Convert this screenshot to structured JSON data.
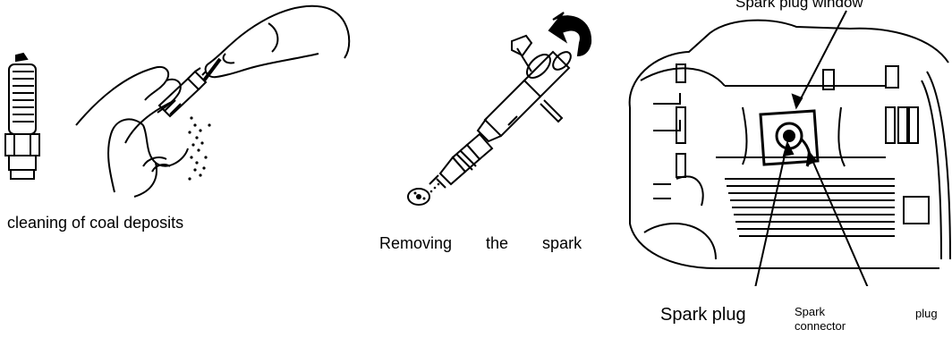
{
  "captions": {
    "cleaning": "cleaning of coal deposits",
    "removing": "Removing the spark"
  },
  "labels": {
    "spark_plug_window": "Spark plug window",
    "spark_plug": "Spark plug",
    "spark_connector": "Spark connector",
    "plug": "plug"
  },
  "colors": {
    "ink": "#000000",
    "paper": "#ffffff"
  }
}
